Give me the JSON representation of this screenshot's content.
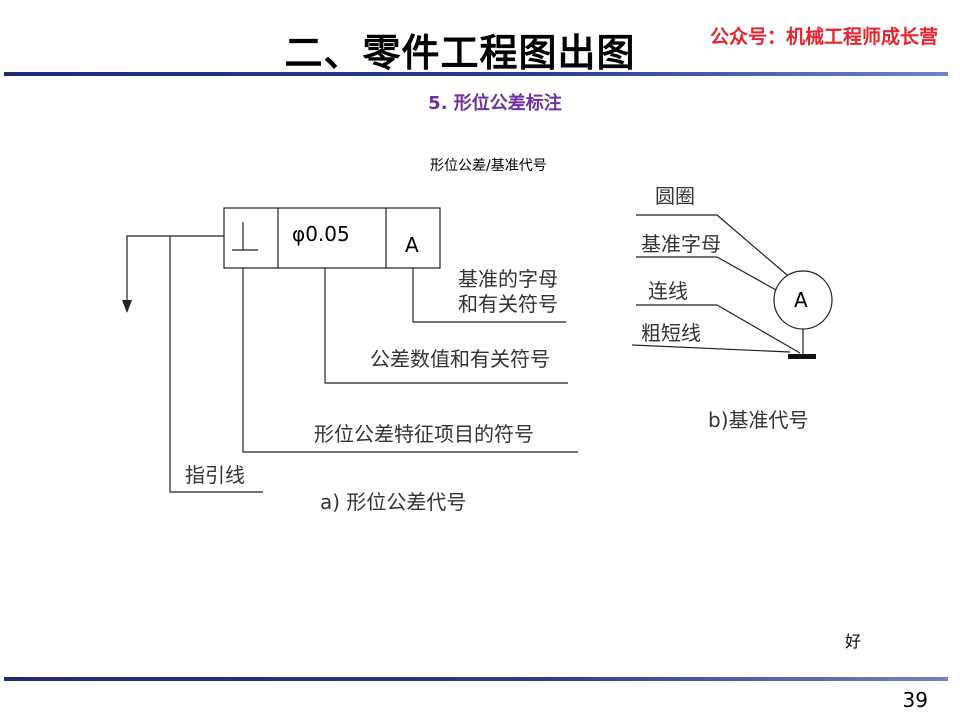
{
  "header": {
    "title": "二、零件工程图出图",
    "wechat": "公众号：机械工程师成长营"
  },
  "section": {
    "subtitle": "5. 形位公差标注",
    "caption": "形位公差/基准代号"
  },
  "diagram_a": {
    "frame": {
      "symbol": "⊥",
      "tolerance": "φ0.05",
      "datum": "A"
    },
    "labels": {
      "datum_letter": [
        "基准的字母",
        "和有关符号"
      ],
      "tolerance_value": "公差数值和有关符号",
      "characteristic": "形位公差特征项目的符号",
      "leader": "指引线"
    },
    "caption": "a)  形位公差代号"
  },
  "diagram_b": {
    "letter": "A",
    "labels": {
      "circle": "圆圈",
      "letter": "基准字母",
      "connector": "连线",
      "thick_short_line": "粗短线"
    },
    "caption": "b)基准代号"
  },
  "footer": {
    "note": "好",
    "page_number": "39"
  },
  "colors": {
    "wechat_red": "#e8232e",
    "subtitle_purple": "#7030a0",
    "rule_blue": "#1d2b79"
  }
}
